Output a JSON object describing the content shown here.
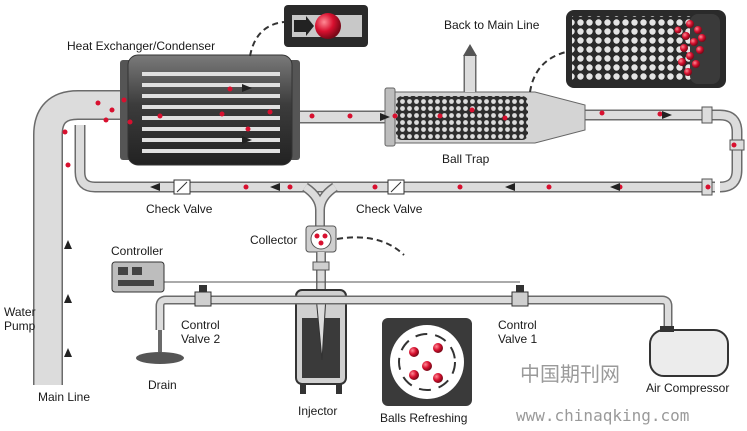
{
  "labels": {
    "heat_exchanger": "Heat Exchanger/Condenser",
    "back_to_main": "Back to Main Line",
    "ball_trap": "Ball Trap",
    "check_valve_left": "Check Valve",
    "check_valve_right": "Check Valve",
    "collector": "Collector",
    "controller": "Controller",
    "water_pump": "Water\nPump",
    "control_valve_2": "Control\nValve 2",
    "control_valve_1": "Control\nValve 1",
    "drain": "Drain",
    "injector": "Injector",
    "balls_refreshing": "Balls Refreshing",
    "air_compressor": "Air Compressor",
    "main_line": "Main Line"
  },
  "watermark": {
    "cn": "中国期刊网",
    "url": "www.chinaqking.com"
  },
  "colors": {
    "pipe": "#dcdcdc",
    "pipe_outline": "#6b6b6b",
    "dark": "#3a3a3a",
    "ball": "#d8102f"
  },
  "icons": [
    "arrow-icon",
    "ball-icon",
    "valve-icon"
  ]
}
